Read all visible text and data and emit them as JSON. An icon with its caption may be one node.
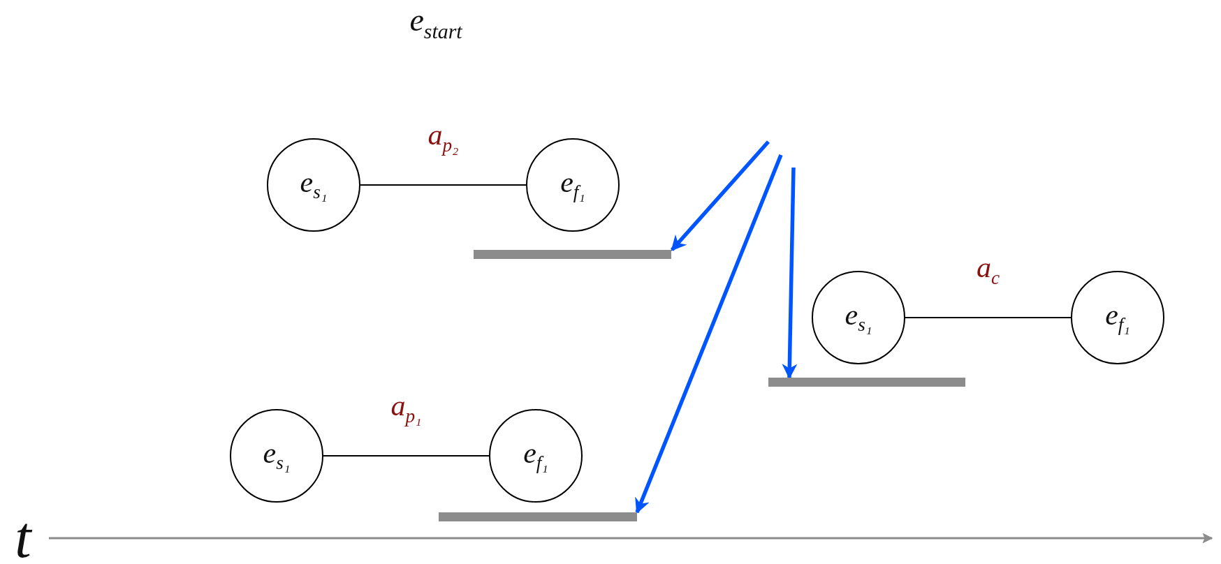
{
  "diagram": {
    "nodes": [
      {
        "text": [
          "e$_{s₁}$"
        ]
      },
      {
        "text": [
          "e$_{f₁}$"
        ]
      },
      {
        "text": [],
        "shape": "bar"
      },
      {
        "text": [
          "e$_{s₁}$"
        ]
      },
      {
        "text": [
          "e$_{f₁}$"
        ]
      },
      {
        "text": [],
        "shape": "bar"
      },
      {
        "text": [
          "e$_{s₁}$"
        ]
      },
      {
        "text": [
          "e$_{f₁}$"
        ]
      },
      {
        "text": [],
        "shape": "bar"
      }
    ],
    "edges": [
      {
        "from": 0,
        "to": 1,
        "arrow": "none",
        "label": "a$_{p₂}$"
      },
      {
        "from": 3,
        "to": 4,
        "arrow": "none",
        "label": "a$_{c}$"
      },
      {
        "from": 6,
        "to": 7,
        "arrow": "none",
        "label": "a$_{p₁}$"
      },
      {
        "from": null,
        "to": 2,
        "arrow": "to",
        "style": "thick",
        "color": "#0055ff"
      },
      {
        "from": null,
        "to": 8,
        "arrow": "to",
        "style": "thick",
        "color": "#0055ff"
      },
      {
        "from": null,
        "to": 5,
        "arrow": "to",
        "style": "thick",
        "color": "#0055ff"
      }
    ],
    "labels": [
      "e$_{start}$",
      "t"
    ]
  }
}
